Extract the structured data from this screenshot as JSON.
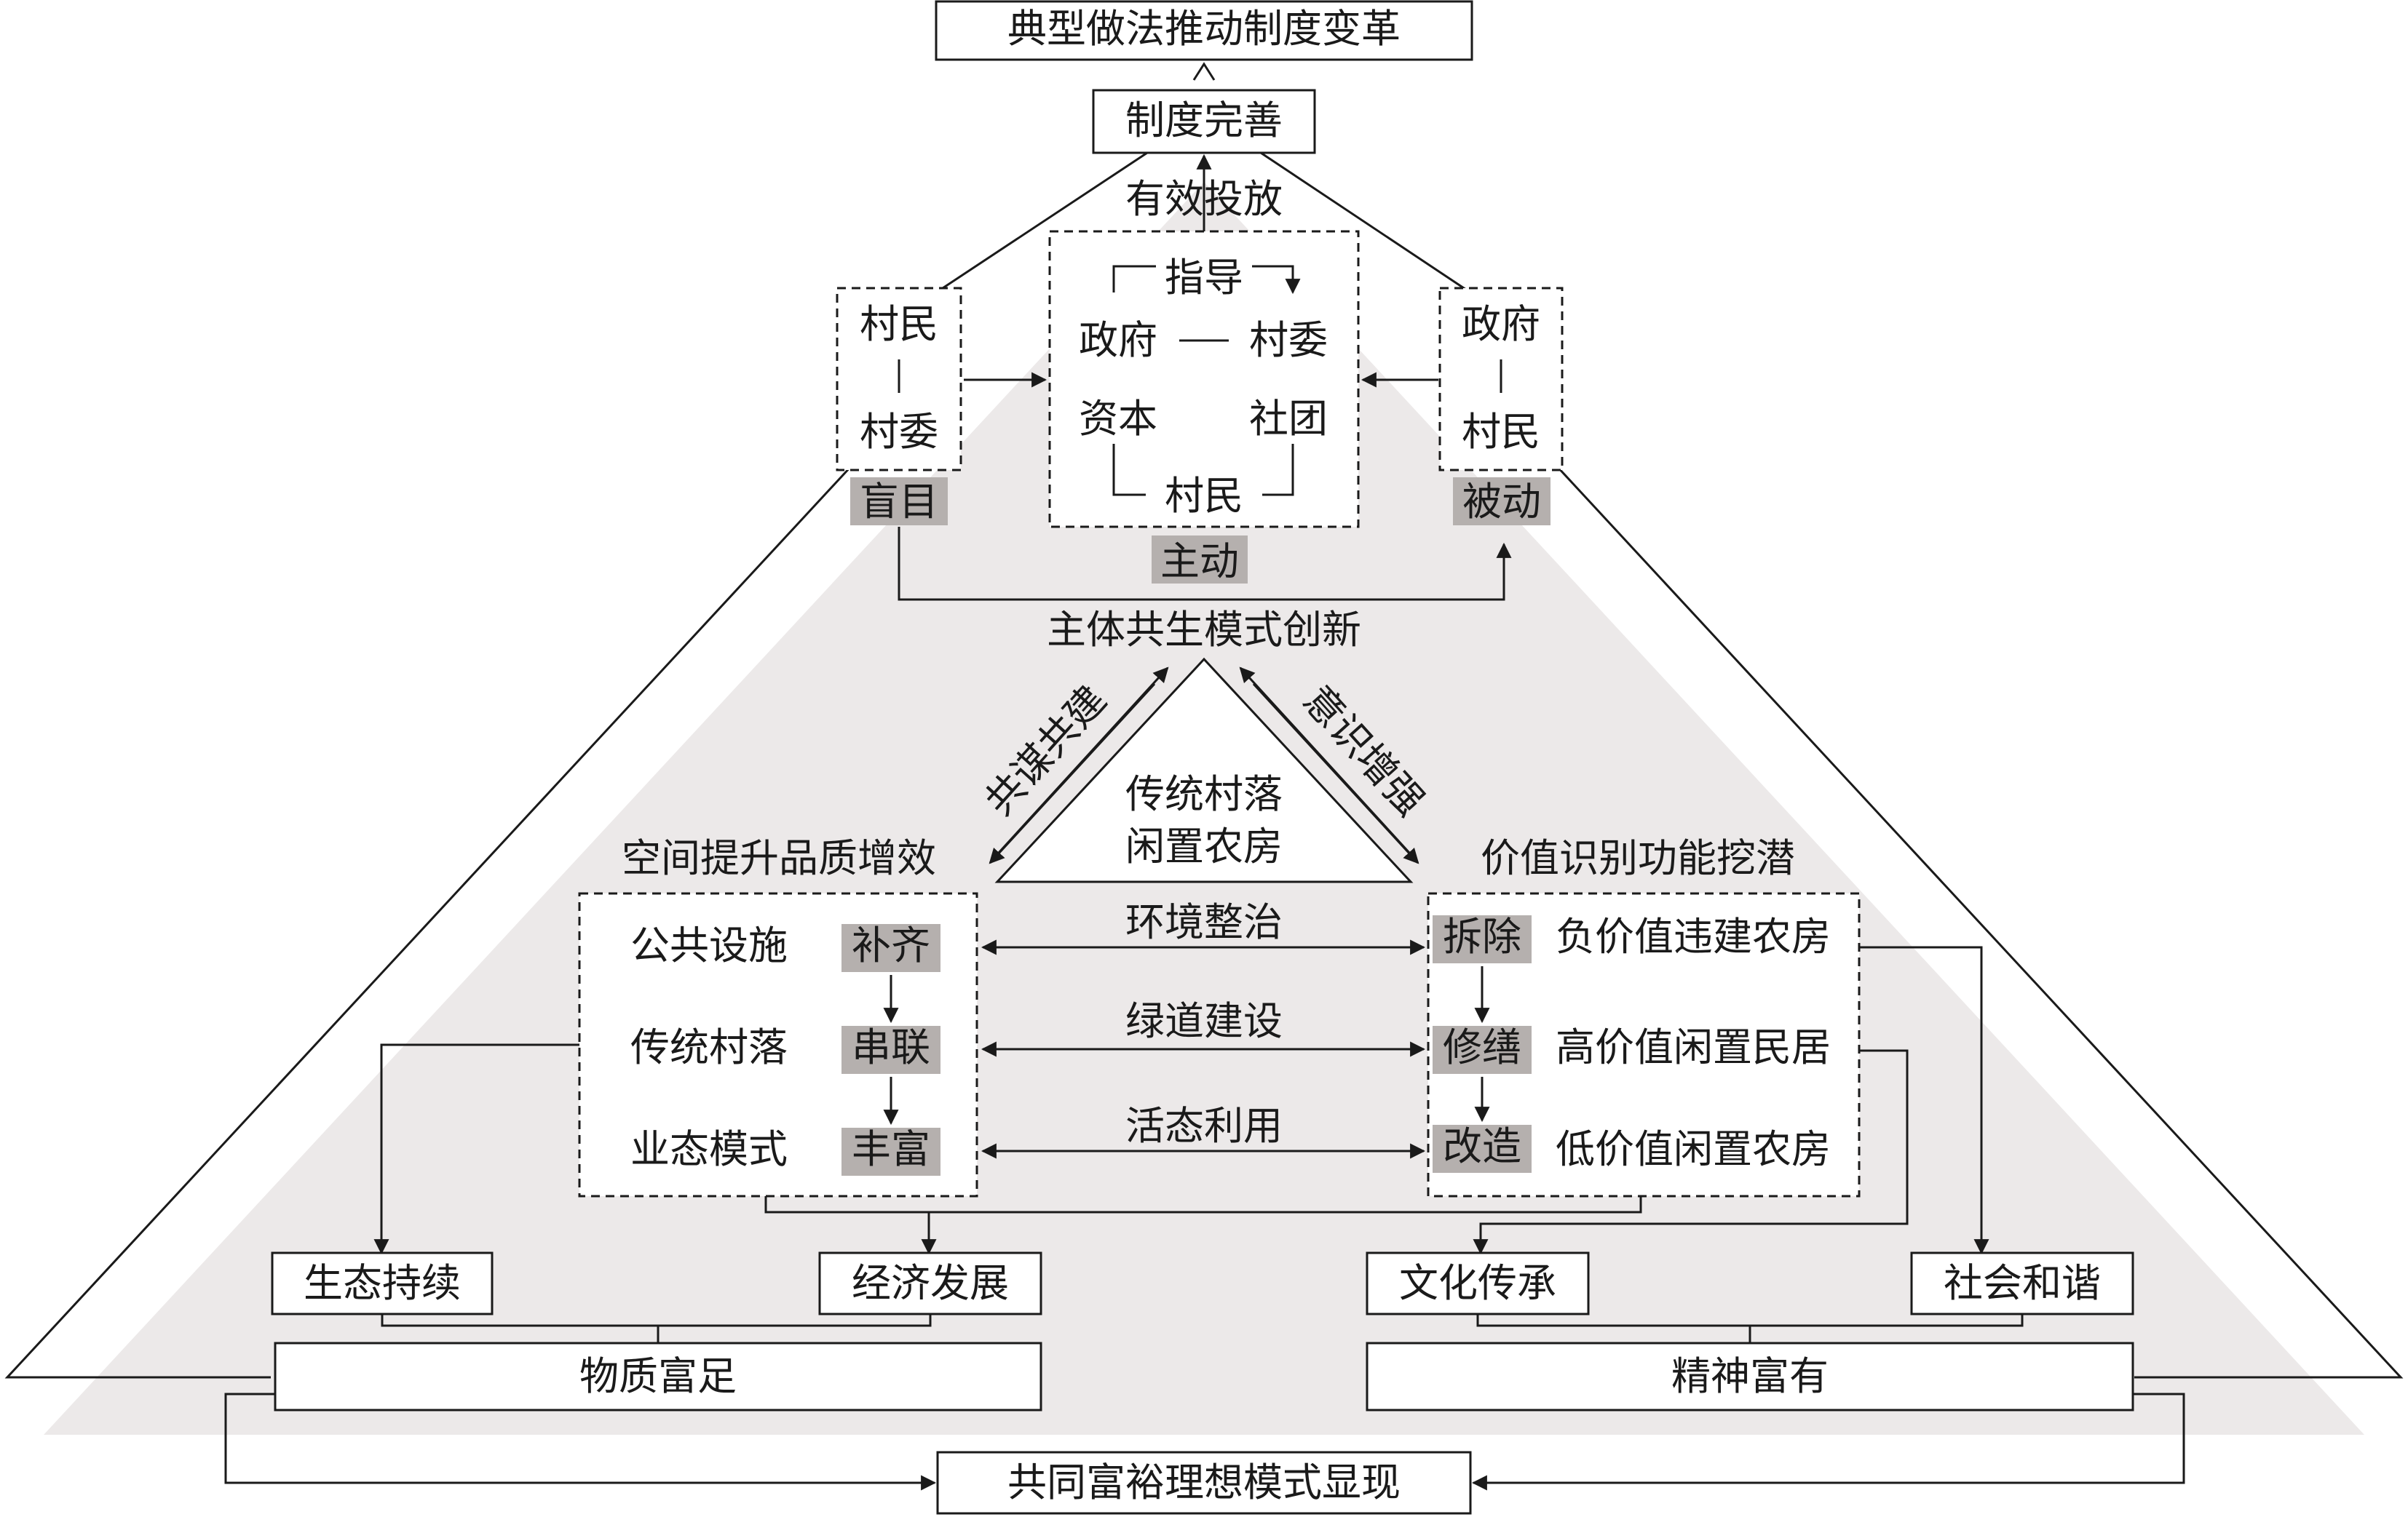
{
  "top": {
    "title": "典型做法推动制度变革",
    "system": "制度完善",
    "invest": "有效投放"
  },
  "center": {
    "guide": "指导",
    "government": "政府",
    "village_committee": "村委",
    "capital": "资本",
    "association": "社团",
    "villagers": "村民",
    "active": "主动"
  },
  "left_group": {
    "villagers": "村民",
    "committee": "村委",
    "state": "盲目"
  },
  "right_group": {
    "government": "政府",
    "villagers": "村民",
    "state": "被动"
  },
  "mid": {
    "innovation": "主体共生模式创新",
    "left_edge": "共谋共建",
    "right_edge": "意识增强",
    "core_line1": "传统村落",
    "core_line2": "闲置农房"
  },
  "space": {
    "title": "空间提升品质增效",
    "rows": [
      {
        "item": "公共设施",
        "action": "补齐"
      },
      {
        "item": "传统村落",
        "action": "串联"
      },
      {
        "item": "业态模式",
        "action": "丰富"
      }
    ]
  },
  "links": [
    "环境整治",
    "绿道建设",
    "活态利用"
  ],
  "value": {
    "title": "价值识别功能挖潜",
    "rows": [
      {
        "action": "拆除",
        "item": "负价值违建农房"
      },
      {
        "action": "修缮",
        "item": "高价值闲置民居"
      },
      {
        "action": "改造",
        "item": "低价值闲置农房"
      }
    ]
  },
  "outcomes": {
    "eco": "生态持续",
    "econ": "经济发展",
    "culture": "文化传承",
    "social": "社会和谐"
  },
  "wealth": {
    "material": "物质富足",
    "spiritual": "精神富有"
  },
  "bottom": {
    "ideal": "共同富裕理想模式显现"
  },
  "colors": {
    "background_triangle": "#ece9e9",
    "highlight": "#b5b0ae",
    "line": "#1a1a1a",
    "box_fill": "#ffffff"
  }
}
